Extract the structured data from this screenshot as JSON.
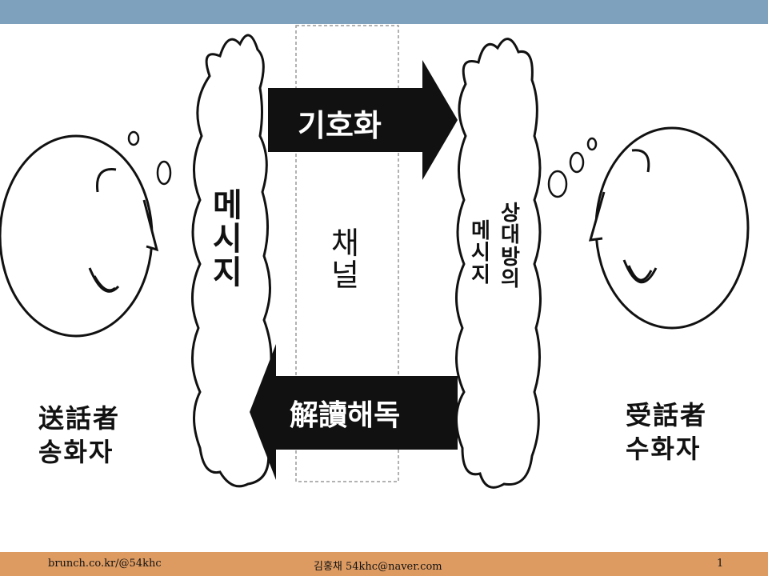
{
  "diagram": {
    "sender": {
      "hanja": "送話者",
      "hangul": "송화자"
    },
    "receiver": {
      "hanja": "受話者",
      "hangul": "수화자"
    },
    "sender_message": [
      "메",
      "시",
      "지"
    ],
    "channel": [
      "채",
      "널"
    ],
    "receiver_message_col1": [
      "메",
      "시",
      "지"
    ],
    "receiver_message_col2": [
      "상",
      "대",
      "방",
      "의"
    ],
    "encode_arrow": "기호화",
    "decode_arrow": "解讀해독"
  },
  "footer": {
    "left": "brunch.co.kr/@54khc",
    "center": "김홍채 54khc@naver.com",
    "page": "1"
  }
}
